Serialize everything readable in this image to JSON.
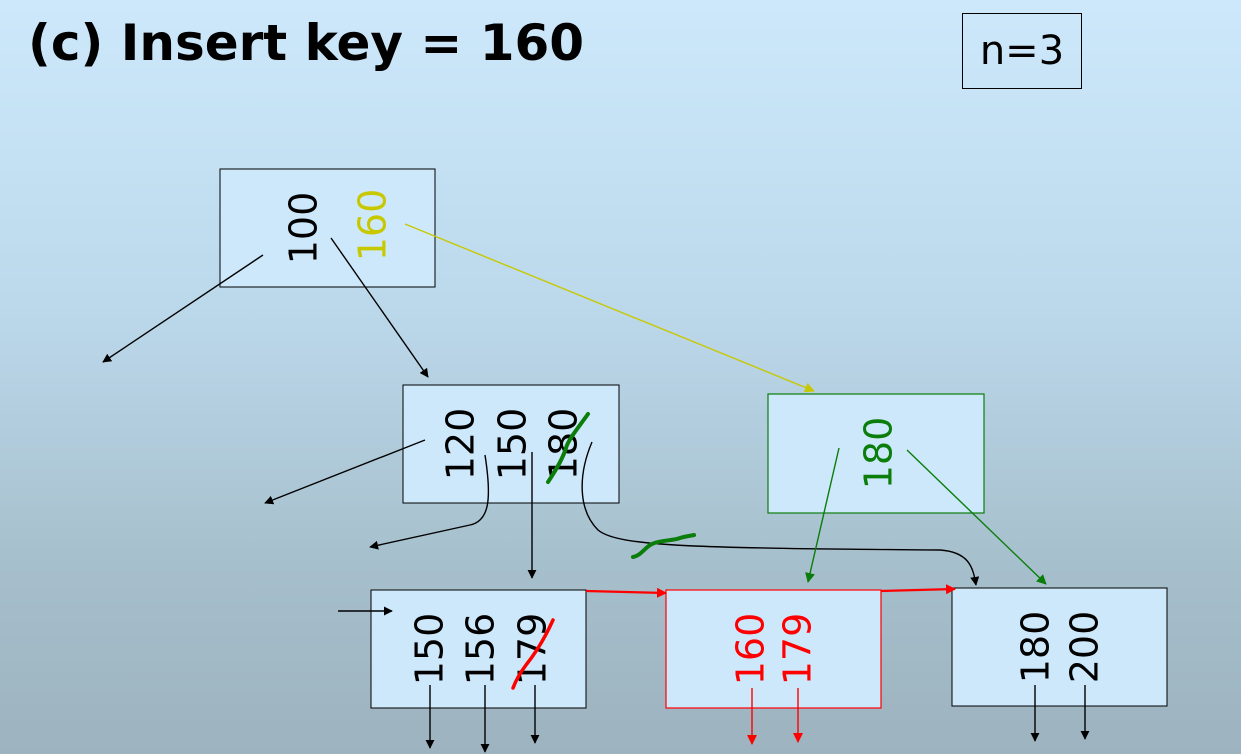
{
  "title": "(c) Insert key = 160",
  "order_label": "n=3",
  "nodes": {
    "root": {
      "keys": [
        "100",
        "160"
      ]
    },
    "inner_left": {
      "keys": [
        "120",
        "150",
        "180"
      ]
    },
    "inner_new": {
      "keys": [
        "180"
      ]
    },
    "leaf1": {
      "keys": [
        "150",
        "156",
        "179"
      ]
    },
    "leaf2": {
      "keys": [
        "160",
        "179"
      ]
    },
    "leaf3": {
      "keys": [
        "180",
        "200"
      ]
    }
  },
  "colors": {
    "root_new_key": "#c8c800",
    "new_inner_node": "#0a7d0a",
    "new_leaf": "#ff0000",
    "node_fill": "#cde8fb"
  }
}
